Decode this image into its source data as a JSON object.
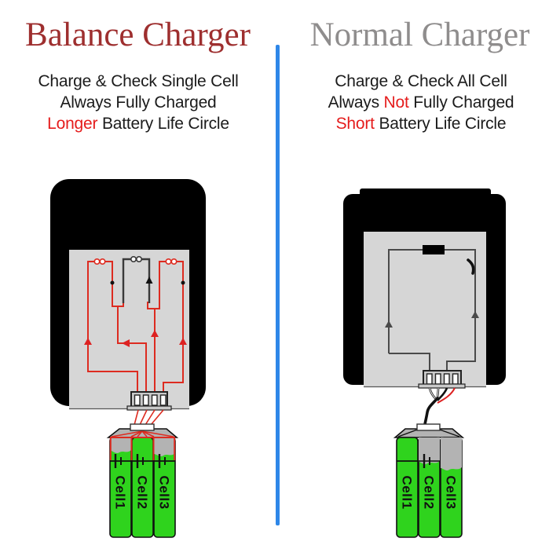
{
  "colors": {
    "title_left_red": "#9e2f2f",
    "title_right_gray": "#8f8d8d",
    "divider_blue": "#2e87e8",
    "body_text": "#1b1b1b",
    "highlight_red": "#e51c1c",
    "wire_red": "#dd2b20",
    "battery_green": "#2fd31d",
    "cell_top_gray": "#b3b3b3",
    "charger_panel_gray": "#d6d6d6",
    "charger_body_black": "#000000"
  },
  "left_column": {
    "title": "Balance Charger",
    "line1": "Charge & Check Single Cell",
    "line2": "Always Fully Charged",
    "line3_red": "Longer",
    "line3_rest": " Battery Life Circle",
    "cells": [
      "Cell1",
      "Cell2",
      "Cell3"
    ]
  },
  "right_column": {
    "title": "Normal Charger",
    "line1": "Charge & Check All Cell",
    "line2_pre": "Always ",
    "line2_red": "Not",
    "line2_post": " Fully Charged",
    "line3_red": "Short",
    "line3_rest": " Battery Life Circle",
    "cells": [
      "Cell1",
      "Cell2",
      "Cell3"
    ]
  }
}
